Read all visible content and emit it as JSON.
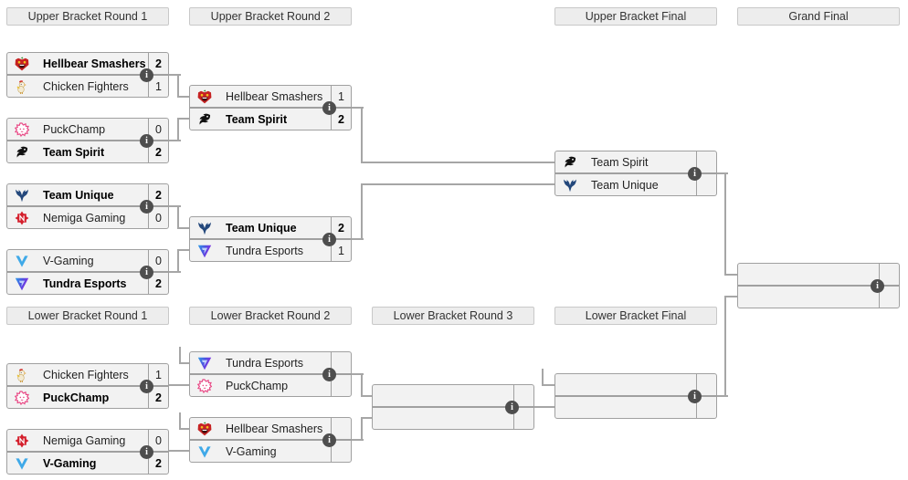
{
  "headers": {
    "upper_round1": "Upper Bracket Round 1",
    "upper_round2": "Upper Bracket Round 2",
    "upper_final": "Upper Bracket Final",
    "grand_final": "Grand Final",
    "lower_round1": "Lower Bracket Round 1",
    "lower_round2": "Lower Bracket Round 2",
    "lower_round3": "Lower Bracket Round 3",
    "lower_final": "Lower Bracket Final"
  },
  "icons": {
    "info": "i"
  },
  "colors": {
    "row_bg": "#f2f2f2",
    "box_border": "#a0a0a0",
    "header_bg": "#ededed",
    "connector": "#a6a6a6",
    "info_badge": "#4e4e4e",
    "hellbear_red": "#c62222",
    "chicken_red": "#d42a2a",
    "puckchamp_pink": "#e84a86",
    "spirit_black": "#111111",
    "unique_navy": "#24487c",
    "nemiga_red": "#d41f2c",
    "vgaming_blue": "#3fa9e8",
    "tundra_blue": "#2f9fe8",
    "tundra_purple": "#8a2be2"
  },
  "matches": {
    "ub_r1_m1": {
      "top": {
        "team": "Hellbear Smashers",
        "score": "2",
        "winner": true,
        "icon": "hellbear-smashers-icon"
      },
      "bottom": {
        "team": "Chicken Fighters",
        "score": "1",
        "winner": false,
        "icon": "chicken-fighters-icon"
      }
    },
    "ub_r1_m2": {
      "top": {
        "team": "PuckChamp",
        "score": "0",
        "winner": false,
        "icon": "puckchamp-icon"
      },
      "bottom": {
        "team": "Team Spirit",
        "score": "2",
        "winner": true,
        "icon": "team-spirit-icon"
      }
    },
    "ub_r1_m3": {
      "top": {
        "team": "Team Unique",
        "score": "2",
        "winner": true,
        "icon": "team-unique-icon"
      },
      "bottom": {
        "team": "Nemiga Gaming",
        "score": "0",
        "winner": false,
        "icon": "nemiga-gaming-icon"
      }
    },
    "ub_r1_m4": {
      "top": {
        "team": "V-Gaming",
        "score": "0",
        "winner": false,
        "icon": "v-gaming-icon"
      },
      "bottom": {
        "team": "Tundra Esports",
        "score": "2",
        "winner": true,
        "icon": "tundra-esports-icon"
      }
    },
    "ub_r2_m1": {
      "top": {
        "team": "Hellbear Smashers",
        "score": "1",
        "winner": false,
        "icon": "hellbear-smashers-icon"
      },
      "bottom": {
        "team": "Team Spirit",
        "score": "2",
        "winner": true,
        "icon": "team-spirit-icon"
      }
    },
    "ub_r2_m2": {
      "top": {
        "team": "Team Unique",
        "score": "2",
        "winner": true,
        "icon": "team-unique-icon"
      },
      "bottom": {
        "team": "Tundra Esports",
        "score": "1",
        "winner": false,
        "icon": "tundra-esports-icon"
      }
    },
    "ub_final": {
      "top": {
        "team": "Team Spirit",
        "score": "",
        "winner": false,
        "icon": "team-spirit-icon"
      },
      "bottom": {
        "team": "Team Unique",
        "score": "",
        "winner": false,
        "icon": "team-unique-icon"
      }
    },
    "grand_final": {
      "top": {
        "team": "",
        "score": "",
        "winner": false
      },
      "bottom": {
        "team": "",
        "score": "",
        "winner": false
      }
    },
    "lb_r1_m1": {
      "top": {
        "team": "Chicken Fighters",
        "score": "1",
        "winner": false,
        "icon": "chicken-fighters-icon"
      },
      "bottom": {
        "team": "PuckChamp",
        "score": "2",
        "winner": true,
        "icon": "puckchamp-icon"
      }
    },
    "lb_r1_m2": {
      "top": {
        "team": "Nemiga Gaming",
        "score": "0",
        "winner": false,
        "icon": "nemiga-gaming-icon"
      },
      "bottom": {
        "team": "V-Gaming",
        "score": "2",
        "winner": true,
        "icon": "v-gaming-icon"
      }
    },
    "lb_r2_m1": {
      "top": {
        "team": "Tundra Esports",
        "score": "",
        "winner": false,
        "icon": "tundra-esports-icon"
      },
      "bottom": {
        "team": "PuckChamp",
        "score": "",
        "winner": false,
        "icon": "puckchamp-icon"
      }
    },
    "lb_r2_m2": {
      "top": {
        "team": "Hellbear Smashers",
        "score": "",
        "winner": false,
        "icon": "hellbear-smashers-icon"
      },
      "bottom": {
        "team": "V-Gaming",
        "score": "",
        "winner": false,
        "icon": "v-gaming-icon"
      }
    },
    "lb_r3": {
      "top": {
        "team": "",
        "score": "",
        "winner": false
      },
      "bottom": {
        "team": "",
        "score": "",
        "winner": false
      }
    },
    "lb_final": {
      "top": {
        "team": "",
        "score": "",
        "winner": false
      },
      "bottom": {
        "team": "",
        "score": "",
        "winner": false
      }
    }
  }
}
